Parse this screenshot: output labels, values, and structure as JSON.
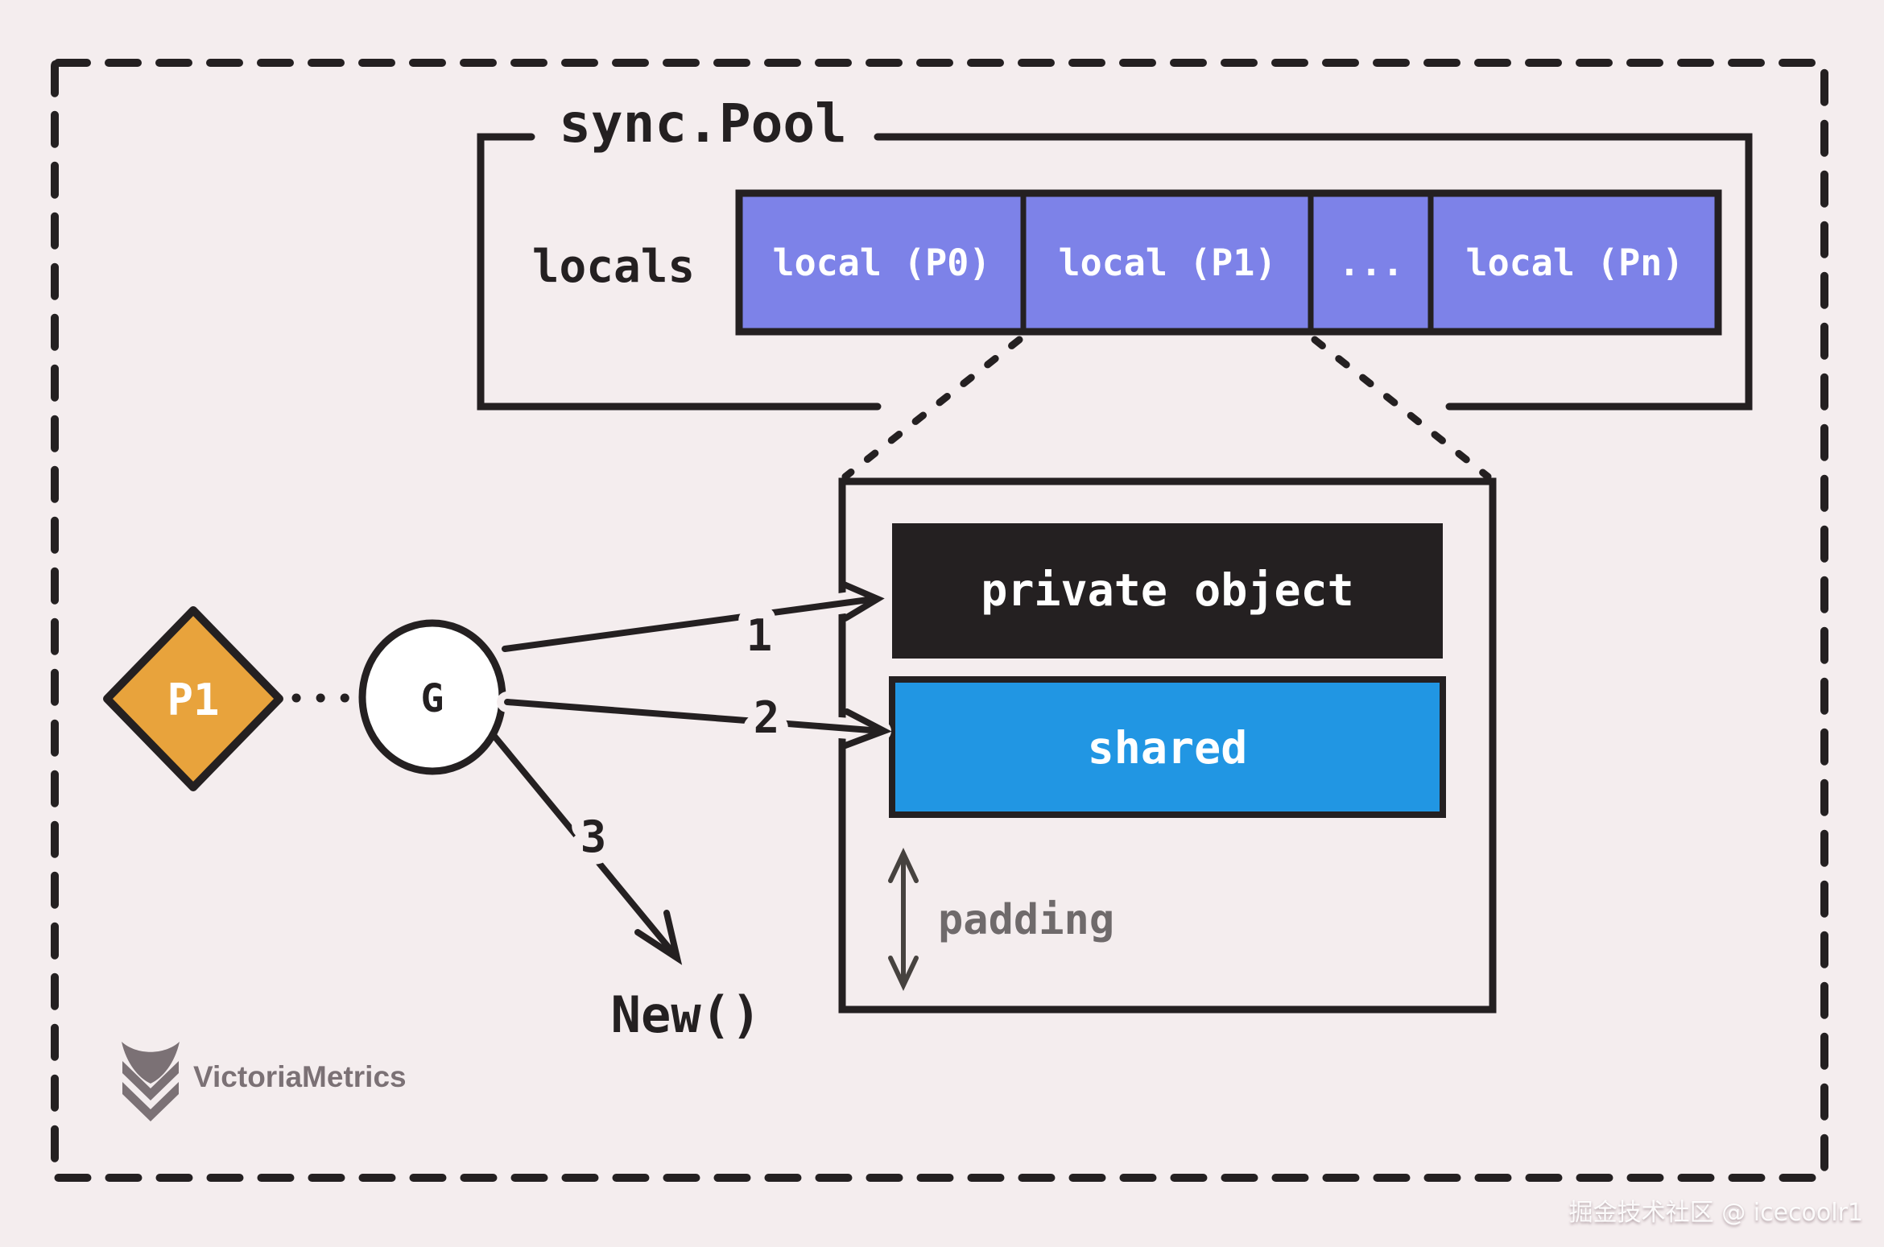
{
  "pool": {
    "title": "sync.Pool",
    "field_label": "locals",
    "cells": [
      {
        "label": "local (P0)"
      },
      {
        "label": "local (P1)"
      },
      {
        "label": "..."
      },
      {
        "label": "local (Pn)"
      }
    ]
  },
  "detail": {
    "private_label": "private object",
    "shared_label": "shared",
    "padding_label": "padding"
  },
  "actors": {
    "processor_label": "P1",
    "goroutine_label": "G"
  },
  "arrows": [
    {
      "label": "1"
    },
    {
      "label": "2"
    },
    {
      "label": "3"
    }
  ],
  "new_func_label": "New()",
  "branding": {
    "logo_text": "VictoriaMetrics"
  },
  "watermark_text": "掘金技术社区 @ icecoolr1",
  "colors": {
    "background": "#f4edee",
    "ink": "#242021",
    "purple": "#7d82e8",
    "blue": "#2196e3",
    "orange": "#e8a33c",
    "gray_label": "#6f6a6b",
    "logo_gray": "#7b7175",
    "white": "#ffffff"
  }
}
